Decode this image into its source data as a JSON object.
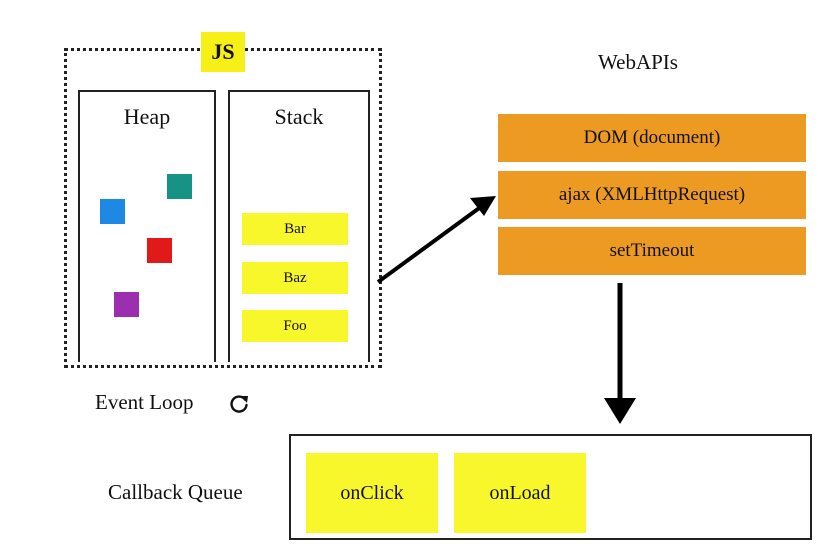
{
  "js_runtime": {
    "badge": "JS",
    "heap": {
      "title": "Heap",
      "objects": [
        {
          "color": "#1e88e5"
        },
        {
          "color": "#179385"
        },
        {
          "color": "#e01919"
        },
        {
          "color": "#9b2fb0"
        }
      ]
    },
    "stack": {
      "title": "Stack",
      "frames": [
        "Bar",
        "Baz",
        "Foo"
      ]
    }
  },
  "web_apis": {
    "title": "WebAPIs",
    "items": [
      "DOM (document)",
      "ajax (XMLHttpRequest)",
      "setTimeout"
    ]
  },
  "event_loop": {
    "label": "Event Loop",
    "icon": "refresh-icon"
  },
  "callback_queue": {
    "label": "Callback Queue",
    "items": [
      "onClick",
      "onLoad"
    ]
  },
  "colors": {
    "api_orange": "#ec9a22",
    "frame_yellow": "#f8f72c",
    "badge_yellow": "#f7f017"
  }
}
